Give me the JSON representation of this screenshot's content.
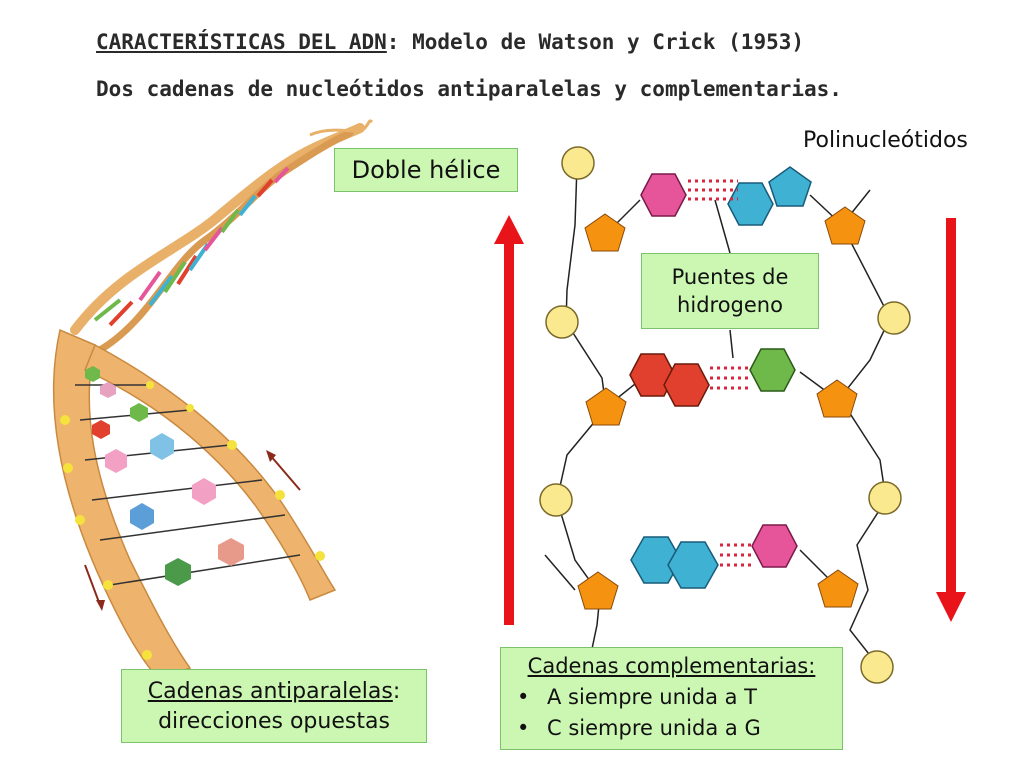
{
  "header": {
    "title_part1": "CARACTERÍSTICAS DEL ADN",
    "title_part2": ": Modelo de Watson y Crick (1953)",
    "subtitle": "Dos cadenas de nucleótidos antiparalelas y complementarias."
  },
  "labels": {
    "doble_helice": "Doble hélice",
    "polinucleotidos": "Polinucleótidos",
    "puentes_line1": "Puentes de",
    "puentes_line2": "hidrogeno",
    "antiparalelas_head": "Cadenas antiparalelas",
    "antiparalelas_colon": ":",
    "antiparalelas_body": "direcciones opuestas",
    "complementarias_head": "Cadenas complementarias",
    "complementarias_colon": ":",
    "bullet_1": "A siempre unida a T",
    "bullet_2": "C siempre unida a G"
  },
  "colors": {
    "arrow": "#e8141a",
    "box_fill": "#ccf7b3",
    "phosphate": "#fbe98f",
    "sugar": "#f5920f",
    "base_pink": "#e6559a",
    "base_blue": "#3fb1d3",
    "base_red": "#e0402d",
    "base_green": "#6fb84a",
    "helix": "#e8b068"
  }
}
